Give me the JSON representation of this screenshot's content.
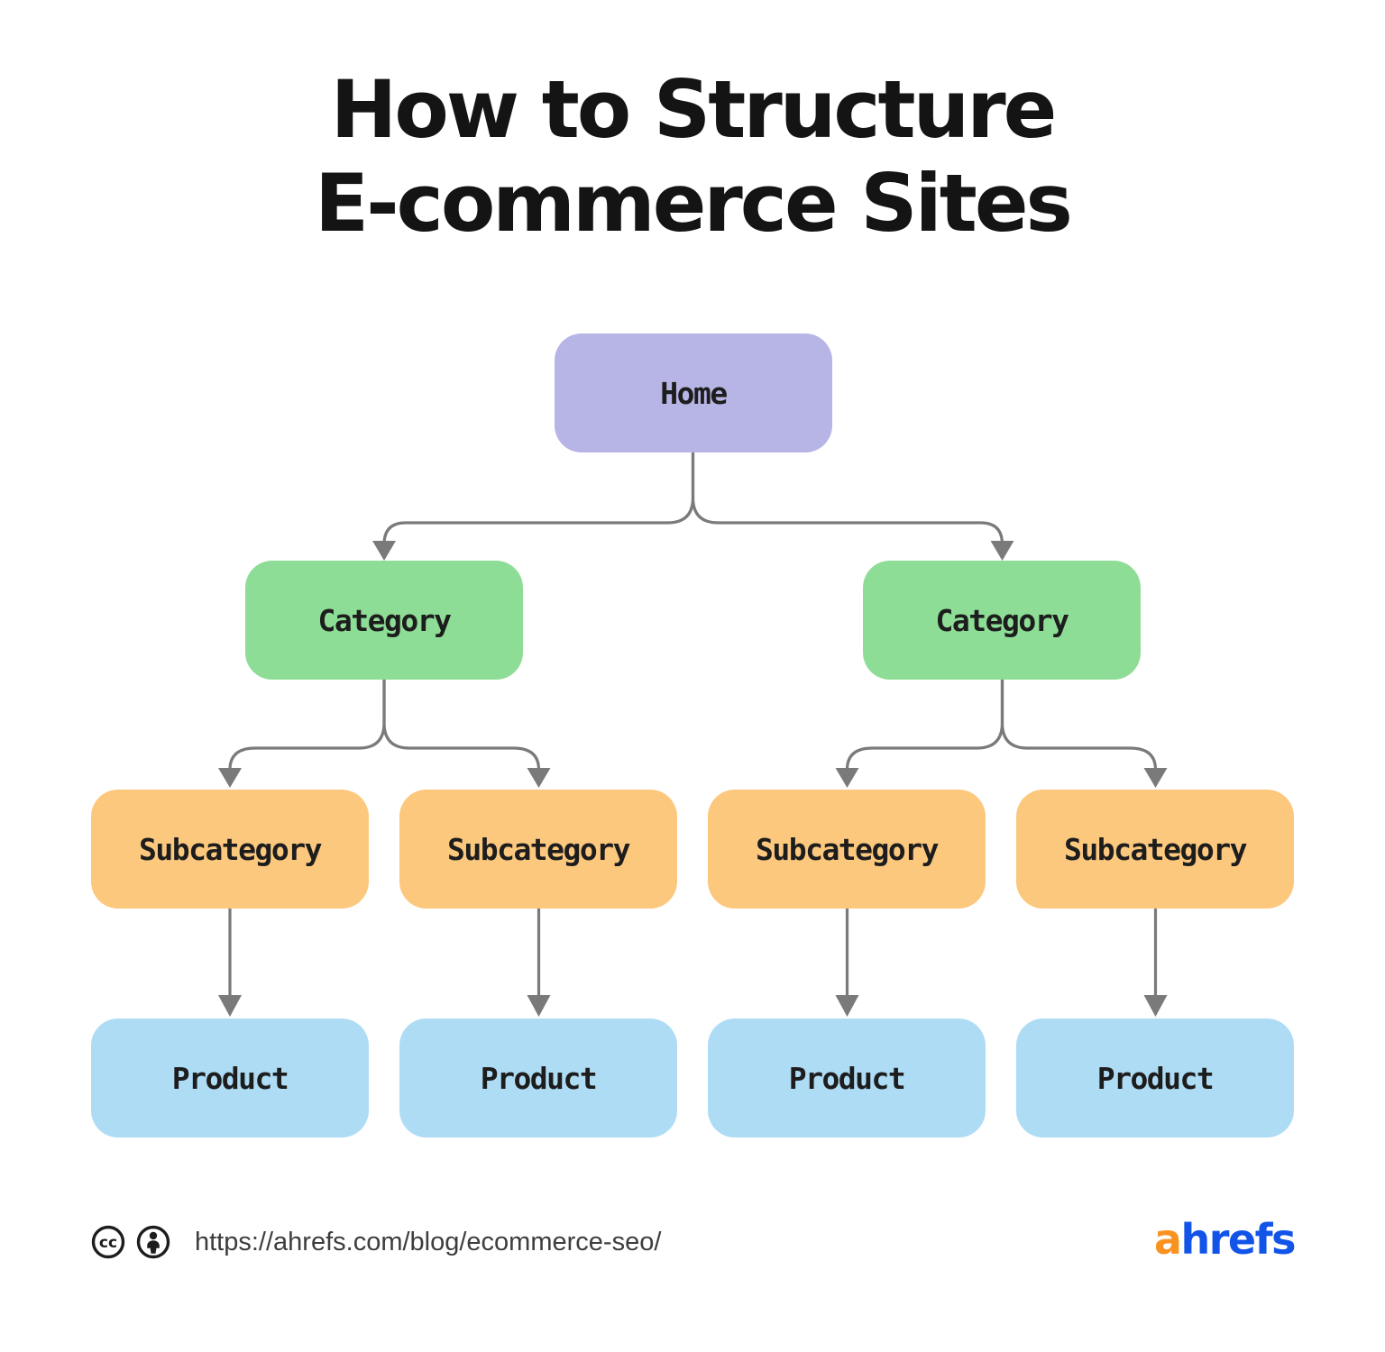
{
  "title": {
    "line1": "How to Structure",
    "line2": "E-commerce Sites"
  },
  "tree": {
    "home": {
      "label": "Home"
    },
    "categories": [
      {
        "label": "Category"
      },
      {
        "label": "Category"
      }
    ],
    "subcategories": [
      {
        "label": "Subcategory"
      },
      {
        "label": "Subcategory"
      },
      {
        "label": "Subcategory"
      },
      {
        "label": "Subcategory"
      }
    ],
    "products": [
      {
        "label": "Product"
      },
      {
        "label": "Product"
      },
      {
        "label": "Product"
      },
      {
        "label": "Product"
      }
    ]
  },
  "footer": {
    "cc_text": "cc",
    "url": "https://ahrefs.com/blog/ecommerce-seo/",
    "logo_prefix": "a",
    "logo_rest": "hrefs"
  },
  "colors": {
    "bg": "#ffffff",
    "title": "#141414",
    "ink": "#1d1d1d",
    "line": "#7a7a7a",
    "home-fill": "#b7b4e6",
    "category-fill": "#8edd96",
    "subcategory-fill": "#fcc87e",
    "product-fill": "#aedcf5",
    "url-text": "#3d3d3d",
    "logo-orange": "#fa9220",
    "logo-blue": "#1254e8"
  }
}
